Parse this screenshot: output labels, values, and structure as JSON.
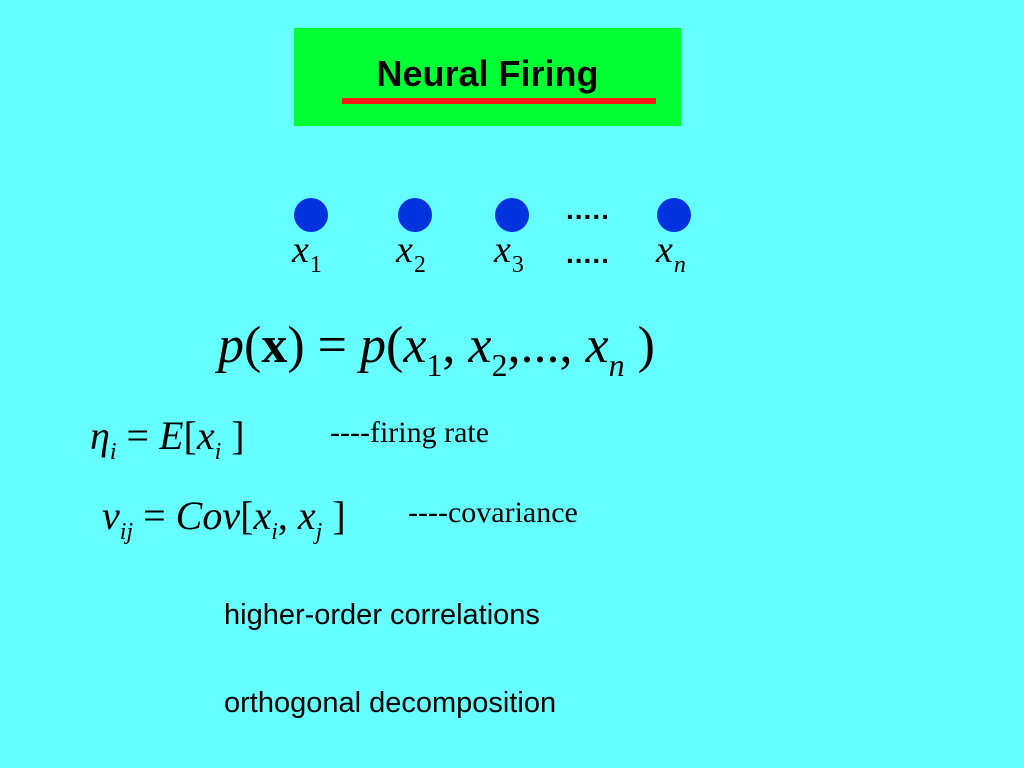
{
  "title": "Neural Firing",
  "colors": {
    "background": "#66ffff",
    "title_box": "#00ff33",
    "title_underline": "#ff1a1a",
    "neuron": "#0033dd"
  },
  "neurons": [
    {
      "var": "x",
      "sub": "1"
    },
    {
      "var": "x",
      "sub": "2"
    },
    {
      "var": "x",
      "sub": "3"
    },
    {
      "var": "x",
      "sub": "n"
    }
  ],
  "ellipsis": ".....",
  "joint_equation": {
    "lhs_p": "p",
    "lhs_x": "x",
    "equals": "=",
    "rhs_p": "p",
    "args": [
      {
        "var": "x",
        "sub": "1"
      },
      {
        "var": "x",
        "sub": "2"
      },
      {
        "var": "x",
        "sub": "n"
      }
    ],
    "dots": "...,"
  },
  "firing_rate": {
    "lhs": "η",
    "lhs_sub": "i",
    "rhs": "E",
    "arg": "x",
    "arg_sub": "i",
    "label": "----firing rate"
  },
  "covariance": {
    "lhs": "v",
    "lhs_sub": "ij",
    "rhs": "Cov",
    "arg1": "x",
    "arg1_sub": "i",
    "arg2": "x",
    "arg2_sub": "j",
    "label": "----covariance"
  },
  "lines": {
    "higher_order": "higher-order correlations",
    "orthogonal": "orthogonal decomposition"
  }
}
